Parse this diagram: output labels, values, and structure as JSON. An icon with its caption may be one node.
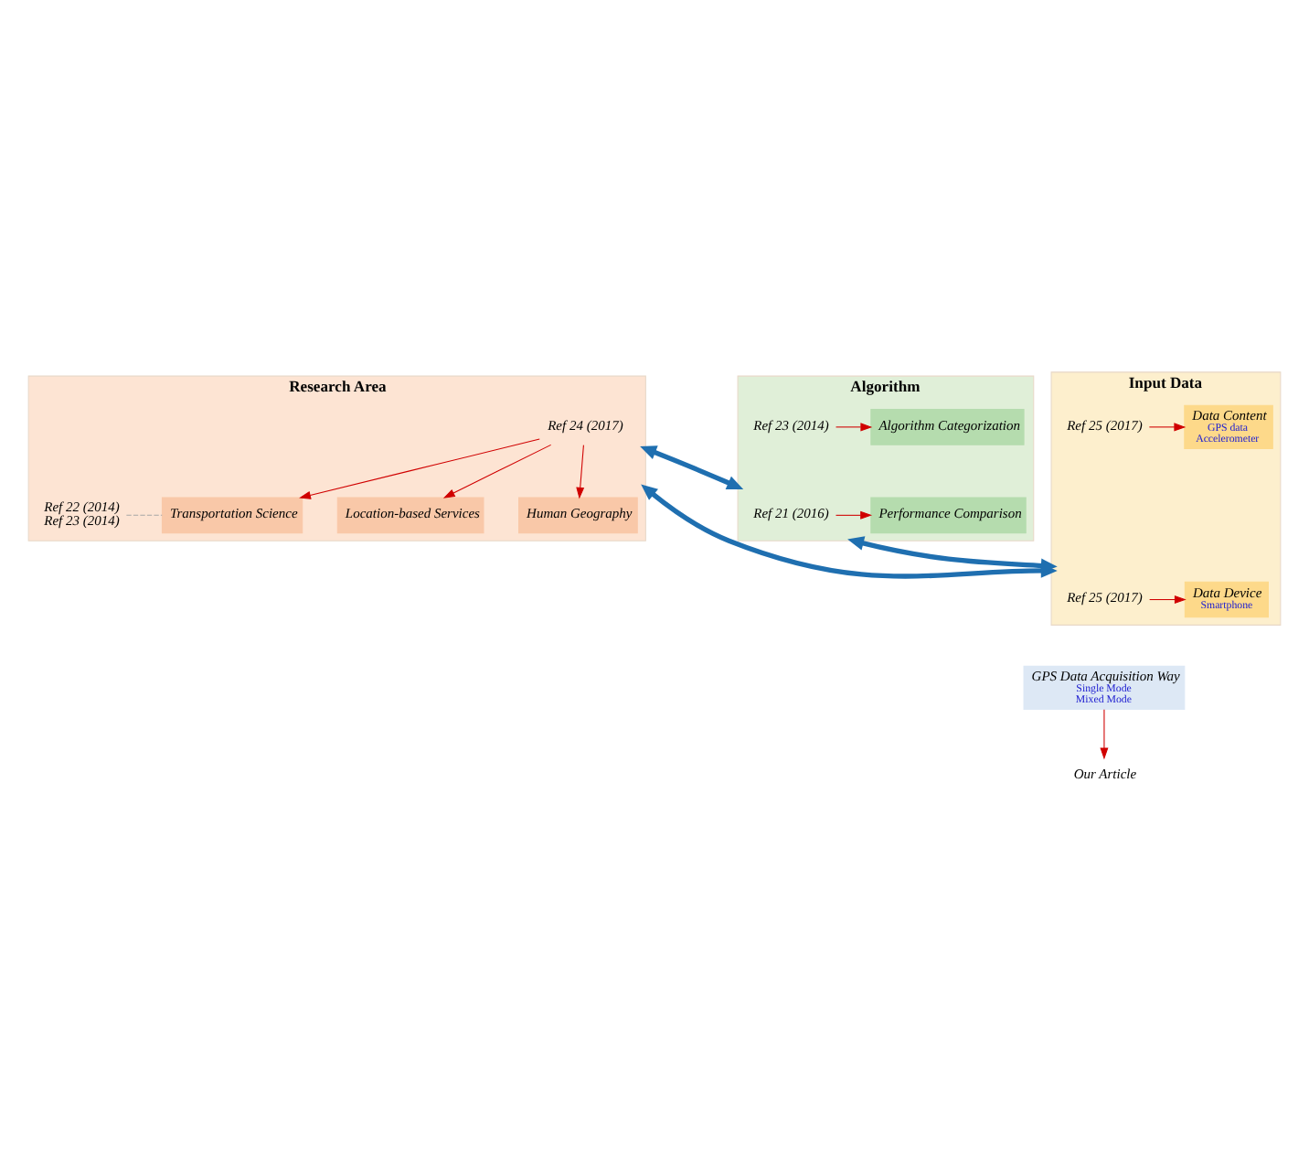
{
  "diagram": {
    "nodes": [
      {
        "text": [
          "Research Area"
        ]
      },
      {
        "text": [
          "Ref 24 (2017)"
        ],
        "in": 0
      },
      {
        "text": [
          "Location-based Services"
        ],
        "in": 0
      },
      {
        "text": [
          "Human Geography"
        ],
        "in": 0
      },
      {
        "text": [
          "Transportation Science"
        ],
        "in": 0
      },
      {
        "text": [
          "Ref 22 (2014)",
          "Ref 23 (2014)"
        ],
        "in": 0
      },
      {
        "text": [
          "Algorithm"
        ]
      },
      {
        "text": [
          "Ref 21 (2016)"
        ],
        "in": 6
      },
      {
        "text": [
          "Performance Comparison"
        ],
        "in": 6
      },
      {
        "text": [
          "Algorithm Categorization"
        ],
        "in": 6
      },
      {
        "text": [
          "Ref 23 (2014)"
        ],
        "in": 6
      },
      {
        "text": [
          "Input Data"
        ]
      },
      {
        "text": [
          "Data Device",
          "Smartphone"
        ],
        "in": 11
      },
      {
        "text": [
          "Ref 25 (2017)"
        ],
        "in": 11
      },
      {
        "text": [
          "Data Content",
          "GPS data",
          "Accelerometer"
        ],
        "in": 11
      },
      {
        "text": [
          "Ref 25 (2017)"
        ],
        "in": 11
      },
      {
        "text": [
          "GPS Data Acquisition Way",
          "Single Mode",
          "Mixed Mode"
        ]
      },
      {
        "text": [
          "Our Article"
        ]
      }
    ],
    "edges": [
      {
        "from": 1,
        "to": 2,
        "arrow": "to"
      },
      {
        "from": 1,
        "to": 3,
        "arrow": "to"
      },
      {
        "from": 1,
        "to": 4,
        "arrow": "to"
      },
      {
        "from": 5,
        "to": 4,
        "arrow": "none",
        "style": "dashed",
        "color": "#a6a6a6"
      },
      {
        "from": 0,
        "to": 6,
        "arrow": "both",
        "style": "thick",
        "color": "#1f6fb0"
      },
      {
        "from": 0,
        "to": 11,
        "arrow": "both",
        "style": "thick",
        "color": "#1f6fb0"
      },
      {
        "from": 11,
        "to": 6,
        "arrow": "both",
        "style": "thick",
        "color": "#1f6fb0"
      },
      {
        "from": 7,
        "to": 8,
        "arrow": "to"
      },
      {
        "from": 10,
        "to": 9,
        "arrow": "to"
      },
      {
        "from": 13,
        "to": 12,
        "arrow": "to"
      },
      {
        "from": 15,
        "to": 14,
        "arrow": "to"
      },
      {
        "from": 16,
        "to": 17,
        "arrow": "to"
      }
    ]
  }
}
